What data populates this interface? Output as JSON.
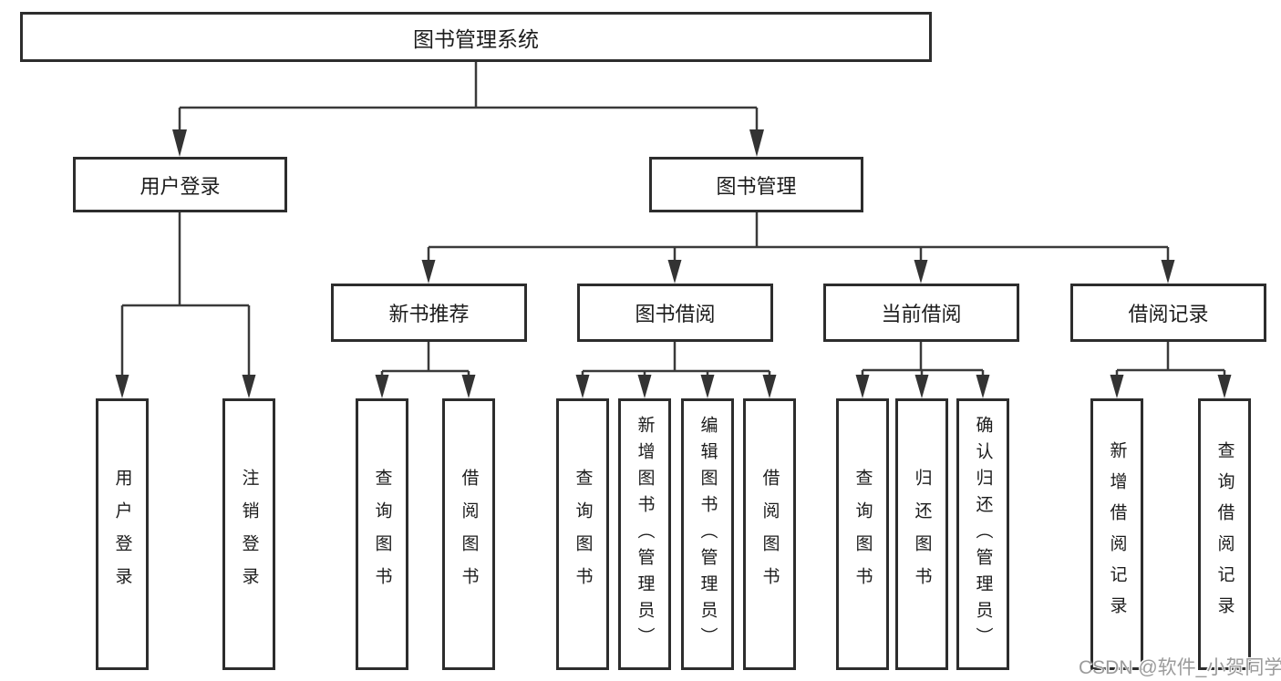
{
  "diagram": {
    "type": "tree-structure-chart",
    "root": {
      "label": "图书管理系统"
    },
    "level2": [
      {
        "label": "用户登录"
      },
      {
        "label": "图书管理"
      }
    ],
    "level3": [
      {
        "label": "新书推荐",
        "parent": "图书管理"
      },
      {
        "label": "图书借阅",
        "parent": "图书管理"
      },
      {
        "label": "当前借阅",
        "parent": "图书管理"
      },
      {
        "label": "借阅记录",
        "parent": "图书管理"
      }
    ],
    "leaves": [
      {
        "label": "用户登录",
        "parent": "用户登录"
      },
      {
        "label": "注销登录",
        "parent": "用户登录"
      },
      {
        "label": "查询图书",
        "parent": "新书推荐"
      },
      {
        "label": "借阅图书",
        "parent": "新书推荐"
      },
      {
        "label": "查询图书",
        "parent": "图书借阅"
      },
      {
        "label": "新增图书（管理员）",
        "parent": "图书借阅"
      },
      {
        "label": "编辑图书（管理员）",
        "parent": "图书借阅"
      },
      {
        "label": "借阅图书",
        "parent": "图书借阅"
      },
      {
        "label": "查询图书",
        "parent": "当前借阅"
      },
      {
        "label": "归还图书",
        "parent": "当前借阅"
      },
      {
        "label": "确认归还（管理员）",
        "parent": "当前借阅"
      },
      {
        "label": "新增借阅记录",
        "parent": "借阅记录"
      },
      {
        "label": "查询借阅记录",
        "parent": "借阅记录"
      }
    ],
    "watermark": "CSDN @软件_小贺同学",
    "colors": {
      "line": "#3a3a3a",
      "border": "#2d2d2d",
      "text": "#1c1c1c",
      "background": "#ffffff",
      "watermark": "#9b9b9b"
    }
  }
}
